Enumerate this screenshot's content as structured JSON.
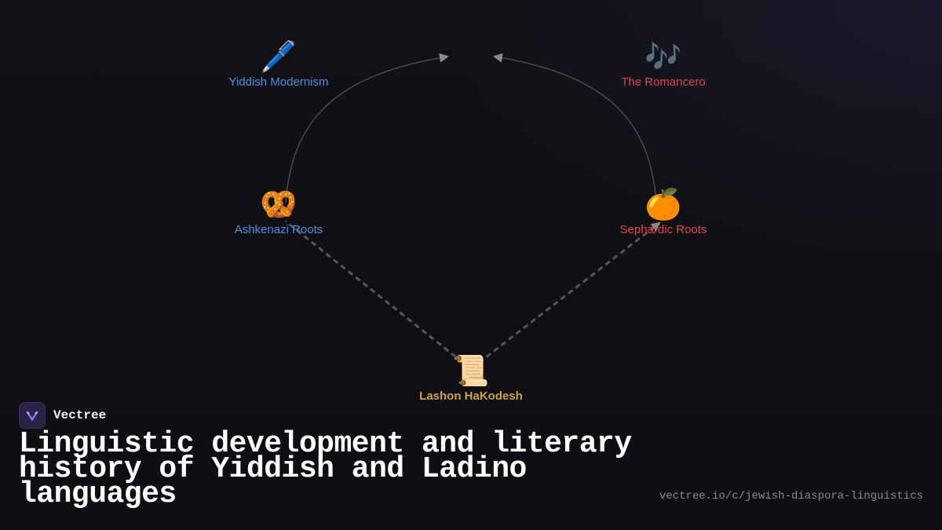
{
  "diagram": {
    "nodes": [
      {
        "id": "yiddish-modernism",
        "icon": "pen-icon",
        "emoji": "🖊️",
        "label": "Yiddish Modernism",
        "color": "#4f8fe0"
      },
      {
        "id": "romancero",
        "icon": "music-notes-icon",
        "emoji": "🎶",
        "label": "The Romancero",
        "color": "#e0464a"
      },
      {
        "id": "ashkenazi-roots",
        "icon": "pretzel-icon",
        "emoji": "🥨",
        "label": "Ashkenazi Roots",
        "color": "#4f8fe0"
      },
      {
        "id": "sephardic-roots",
        "icon": "orange-icon",
        "emoji": "🍊",
        "label": "Sephardic Roots",
        "color": "#e0464a"
      },
      {
        "id": "lashon-hakodesh",
        "icon": "scroll-icon",
        "emoji": "📜",
        "label": "Lashon HaKodesh",
        "color": "#c9a24a"
      }
    ],
    "edges": [
      {
        "from": "lashon-hakodesh",
        "to": "ashkenazi-roots",
        "style": "dashed"
      },
      {
        "from": "lashon-hakodesh",
        "to": "sephardic-roots",
        "style": "dashed"
      },
      {
        "from": "ashkenazi-roots",
        "to": "top-center",
        "style": "solid"
      },
      {
        "from": "sephardic-roots",
        "to": "top-center",
        "style": "solid"
      }
    ]
  },
  "brand": {
    "name": "Vectree",
    "icon": "vectree-logo-icon"
  },
  "title": "Linguistic development and literary history of Yiddish and Ladino languages",
  "url": "vectree.io/c/jewish-diaspora-linguistics"
}
